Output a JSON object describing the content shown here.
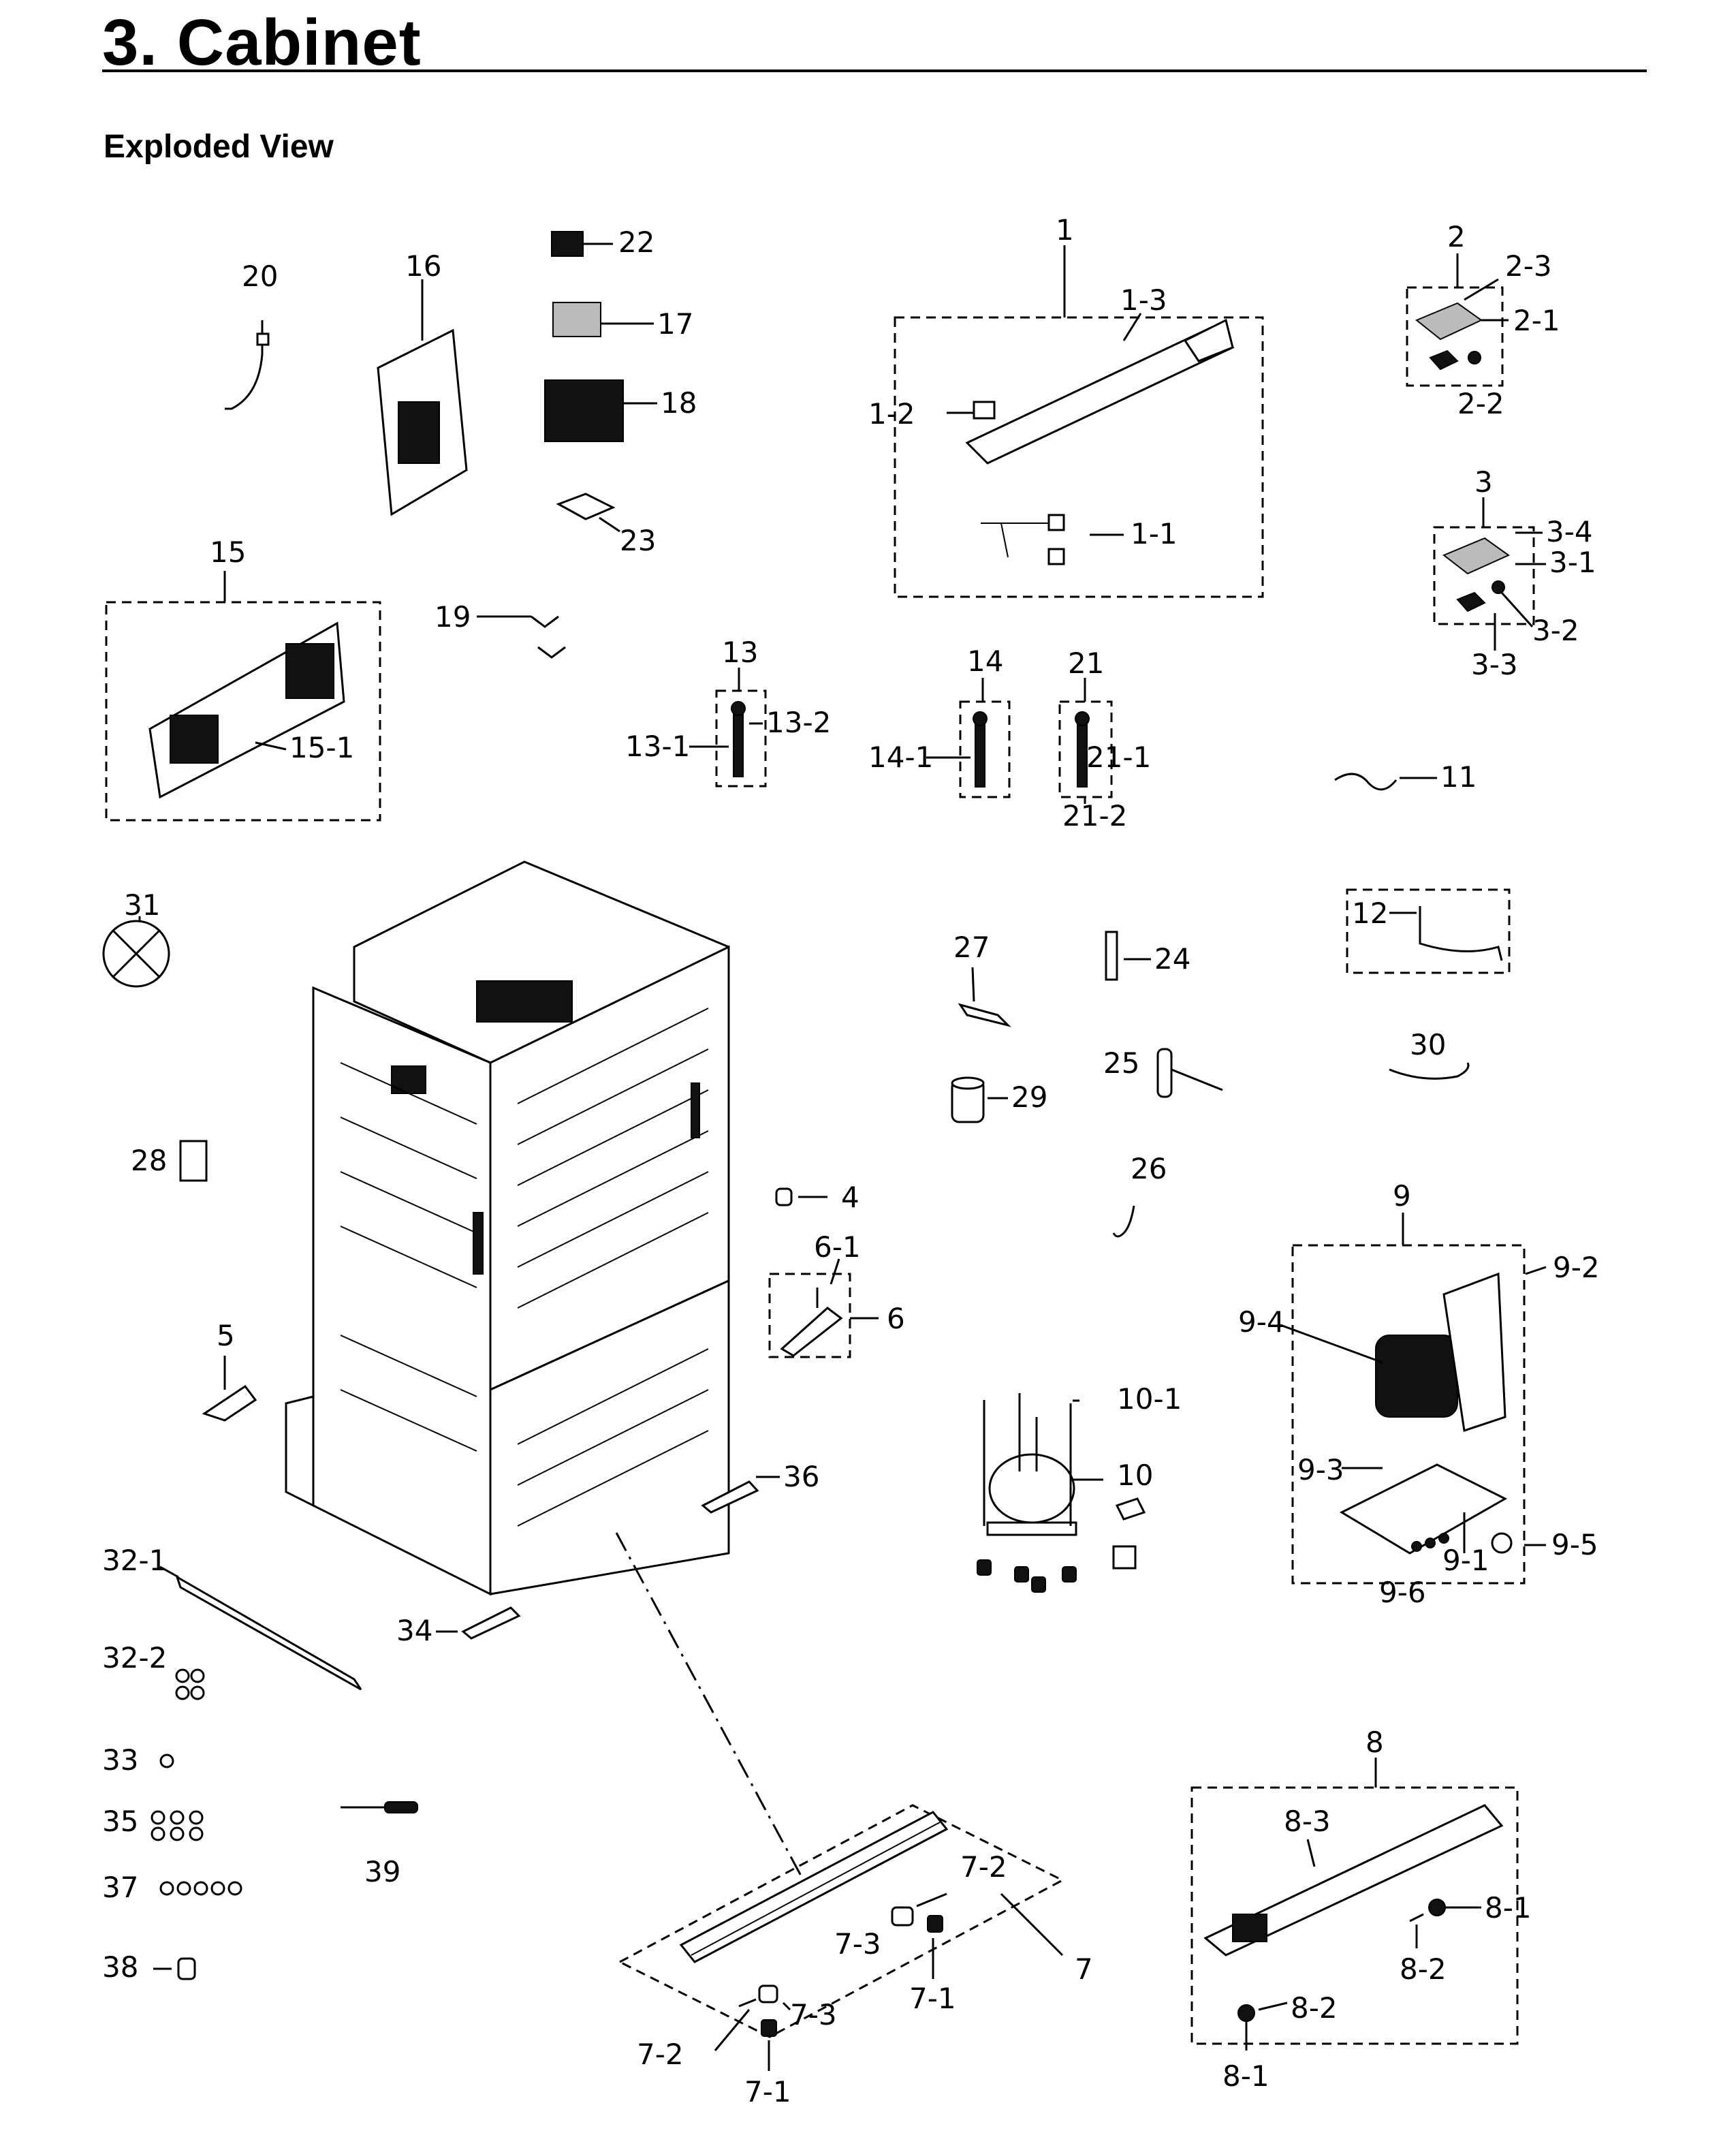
{
  "header": {
    "title": "3.  Cabinet",
    "subtitle": "Exploded View"
  },
  "callouts": {
    "c1": "1",
    "c1_1": "1-1",
    "c1_2": "1-2",
    "c1_3": "1-3",
    "c2": "2",
    "c2_1": "2-1",
    "c2_2": "2-2",
    "c2_3": "2-3",
    "c3": "3",
    "c3_1": "3-1",
    "c3_2": "3-2",
    "c3_3": "3-3",
    "c3_4": "3-4",
    "c4": "4",
    "c5": "5",
    "c6": "6",
    "c6_1": "6-1",
    "c7": "7",
    "c7_1a": "7-1",
    "c7_1b": "7-1",
    "c7_2a": "7-2",
    "c7_2b": "7-2",
    "c7_3a": "7-3",
    "c7_3b": "7-3",
    "c8": "8",
    "c8_1a": "8-1",
    "c8_1b": "8-1",
    "c8_2a": "8-2",
    "c8_2b": "8-2",
    "c8_3": "8-3",
    "c9": "9",
    "c9_1": "9-1",
    "c9_2": "9-2",
    "c9_3": "9-3",
    "c9_4": "9-4",
    "c9_5": "9-5",
    "c9_6": "9-6",
    "c10": "10",
    "c10_1": "10-1",
    "c11": "11",
    "c12": "12",
    "c13": "13",
    "c13_1": "13-1",
    "c13_2": "13-2",
    "c14": "14",
    "c14_1": "14-1",
    "c15": "15",
    "c15_1": "15-1",
    "c16": "16",
    "c17": "17",
    "c18": "18",
    "c19": "19",
    "c20": "20",
    "c21": "21",
    "c21_1": "21-1",
    "c21_2": "21-2",
    "c22": "22",
    "c23": "23",
    "c24": "24",
    "c25": "25",
    "c26": "26",
    "c27": "27",
    "c28": "28",
    "c29": "29",
    "c30": "30",
    "c31": "31",
    "c32_1": "32-1",
    "c32_2": "32-2",
    "c33": "33",
    "c34": "34",
    "c35": "35",
    "c36": "36",
    "c37": "37",
    "c38": "38",
    "c39": "39"
  }
}
